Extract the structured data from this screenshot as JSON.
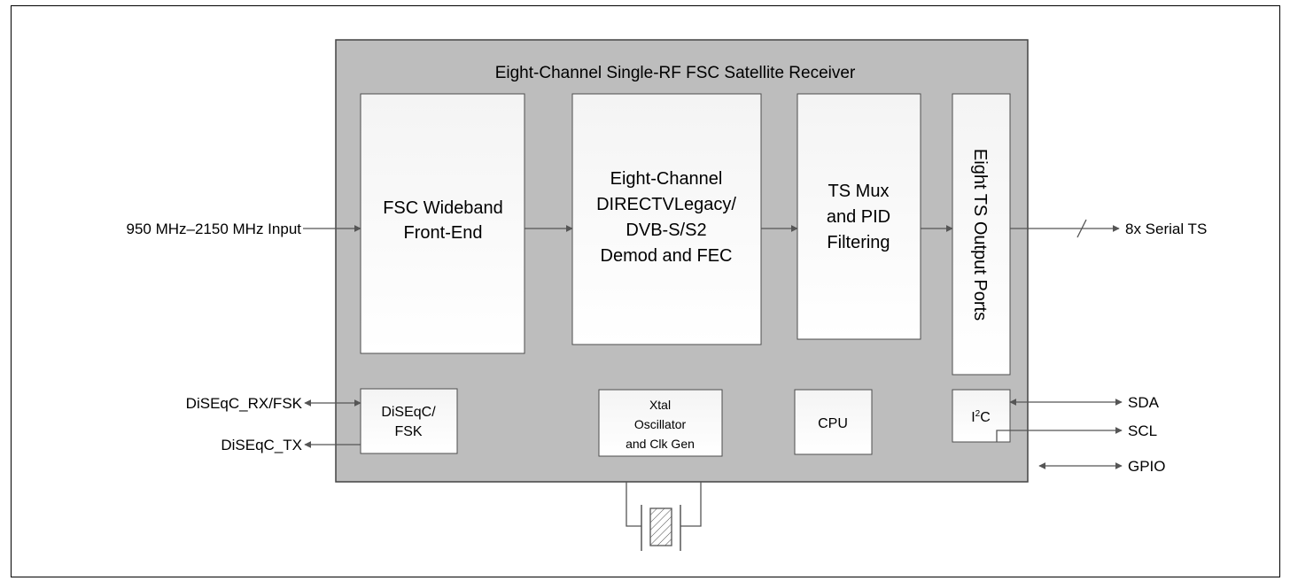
{
  "colors": {
    "chip_fill": "#bdbdbd",
    "block_top": "#f4f4f4",
    "block_bottom": "#ffffff",
    "line": "#555555"
  },
  "chip": {
    "title": "Eight-Channel Single-RF FSC Satellite Receiver"
  },
  "blocks": {
    "frontend": {
      "lines": [
        "FSC Wideband",
        "Front-End"
      ]
    },
    "demod": {
      "lines": [
        "Eight-Channel",
        "DIRECTVLegacy/",
        "DVB-S/S2",
        "Demod and FEC"
      ]
    },
    "tsmux": {
      "lines": [
        "TS Mux",
        "and  PID",
        "Filtering"
      ]
    },
    "outports": {
      "label": "Eight TS Output Ports"
    },
    "diseqc": {
      "lines": [
        "DiSEqC/",
        "FSK"
      ]
    },
    "xtal": {
      "lines": [
        "Xtal",
        "Oscillator",
        "and Clk Gen"
      ]
    },
    "cpu": {
      "label": "CPU"
    },
    "i2c": {
      "prefix": "I",
      "sup": "2",
      "suffix": "C"
    }
  },
  "signals": {
    "rf_input": "950 MHz–2150 MHz Input",
    "serial_ts": "8x Serial TS",
    "diseqc_rx": "DiSEqC_RX/FSK",
    "diseqc_tx": "DiSEqC_TX",
    "sda": "SDA",
    "scl": "SCL",
    "gpio": "GPIO"
  }
}
